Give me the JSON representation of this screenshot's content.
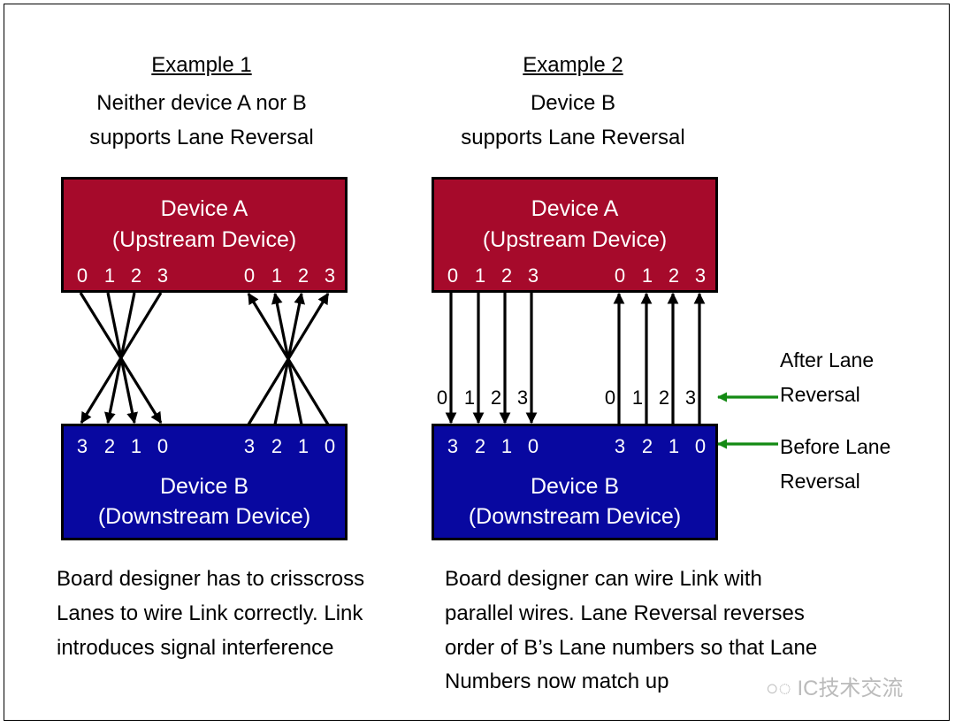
{
  "example1": {
    "title": "Example 1",
    "subtitle_line1": "Neither device  A nor B",
    "subtitle_line2": "supports Lane Reversal",
    "caption_lines": [
      "Board designer has to crisscross",
      "Lanes to wire Link correctly. Link",
      "introduces signal interference"
    ]
  },
  "example2": {
    "title": "Example 2",
    "subtitle_line1": "Device B",
    "subtitle_line2": "supports Lane Reversal",
    "caption_lines": [
      "Board designer can wire Link with",
      "parallel wires. Lane Reversal reverses",
      "order of B’s Lane numbers so that Lane",
      "Numbers now match up"
    ]
  },
  "device_a": {
    "line1": "Device A",
    "line2": "(Upstream Device)",
    "lanes": [
      "0",
      "1",
      "2",
      "3",
      "0",
      "1",
      "2",
      "3"
    ]
  },
  "device_b": {
    "line1": "Device B",
    "line2": "(Downstream Device)",
    "lanes": [
      "3",
      "2",
      "1",
      "0",
      "3",
      "2",
      "1",
      "0"
    ]
  },
  "after_reversal_lanes": [
    "0",
    "1",
    "2",
    "3",
    "0",
    "1",
    "2",
    "3"
  ],
  "annotations": {
    "after_line1": "After Lane",
    "after_line2": "Reversal",
    "before_line1": "Before Lane",
    "before_line2": "Reversal"
  },
  "watermark": "IC技术交流",
  "colors": {
    "device_a": "#a60a2b",
    "device_b": "#0808a0",
    "annotation_arrow": "#138a13"
  }
}
